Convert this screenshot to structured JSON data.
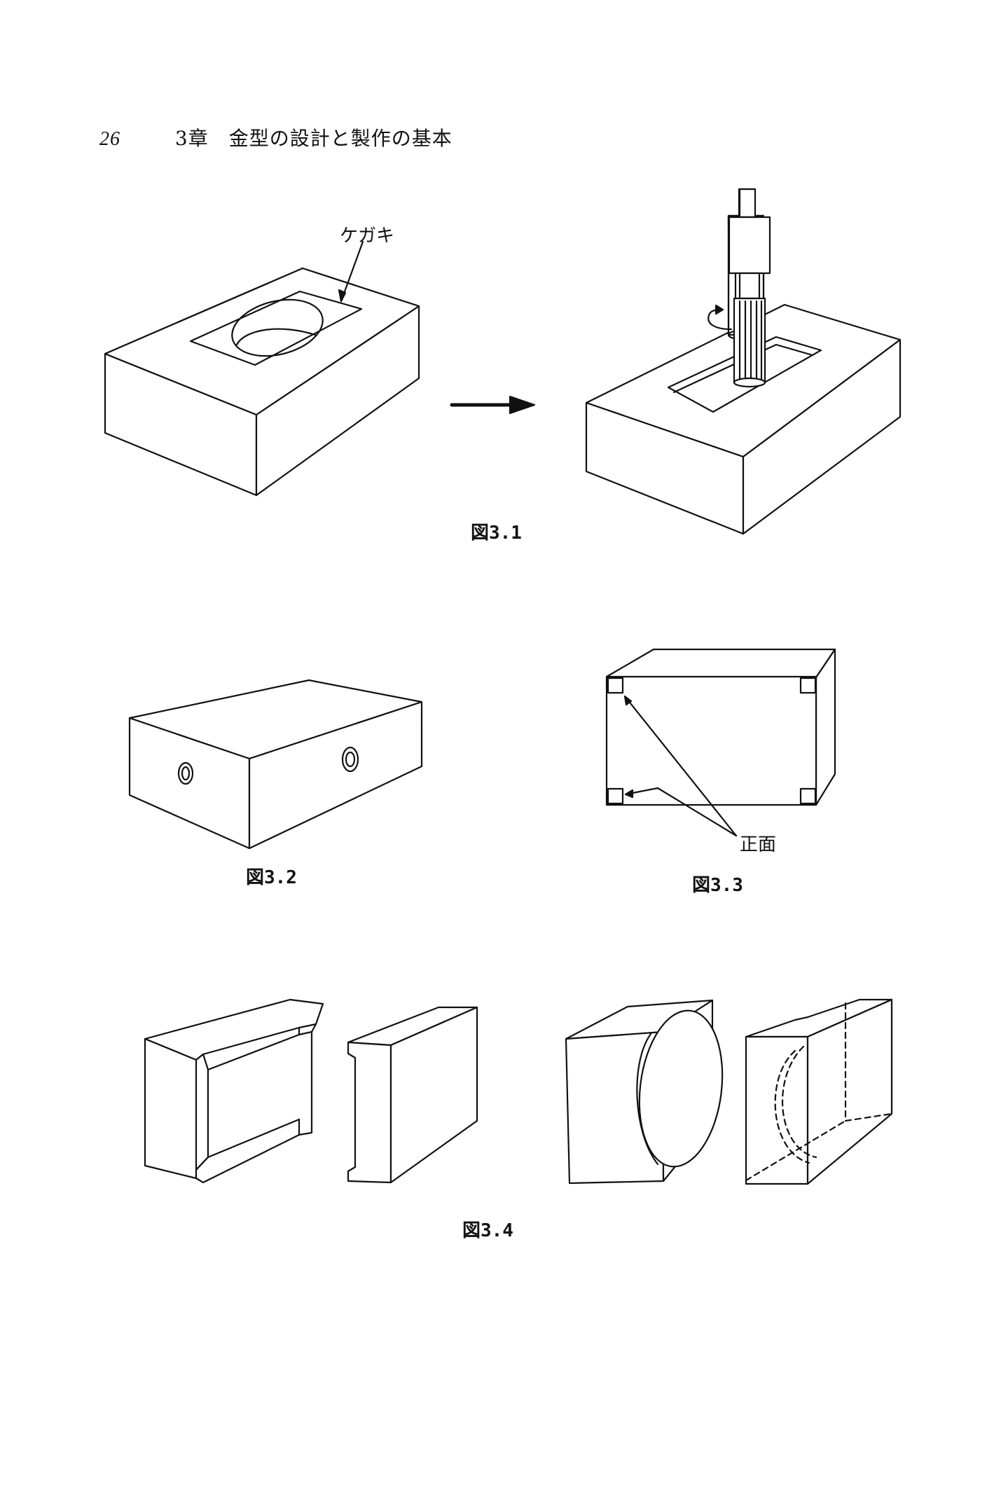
{
  "header": {
    "page_number": "26",
    "chapter_title": "3章　金型の設計と製作の基本"
  },
  "figures": {
    "fig31": {
      "caption": "図3.1",
      "label_kegaki": "ケガキ"
    },
    "fig32": {
      "caption": "図3.2"
    },
    "fig33": {
      "caption": "図3.3",
      "label_front": "正面"
    },
    "fig34": {
      "caption": "図3.4"
    }
  }
}
